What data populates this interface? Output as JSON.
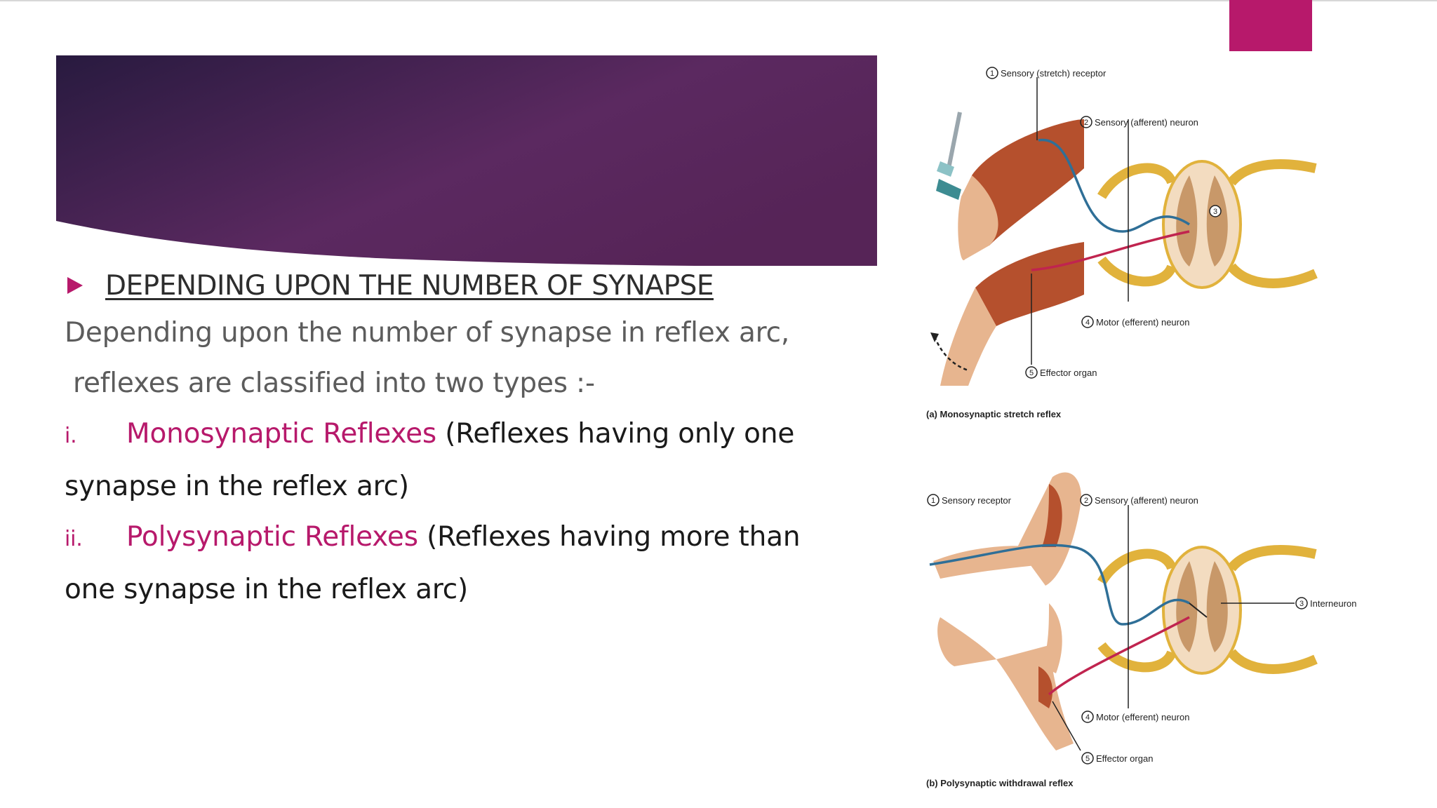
{
  "slide": {
    "heading": "DEPENDING UPON THE NUMBER OF SYNAPSE",
    "intro_line1": "Depending upon the number of synapse in reflex arc,",
    "intro_line2": "reflexes are classified into two types :-",
    "items": [
      {
        "number": "i.",
        "term": "Monosynaptic Reflexes",
        "desc_line1": "(Reflexes having only one",
        "desc_line2": "synapse in the reflex arc)"
      },
      {
        "number": "ii.",
        "term": "Polysynaptic Reflexes",
        "desc_line1": "(Reflexes having more than",
        "desc_line2": "one synapse in the reflex arc)"
      }
    ]
  },
  "figure_a": {
    "label1": "Sensory (stretch) receptor",
    "label2": "Sensory (afferent) neuron",
    "label3": "3",
    "label4": "Motor (efferent) neuron",
    "label5": "Effector organ",
    "caption": "(a) Monosynaptic stretch reflex"
  },
  "figure_b": {
    "label1": "Sensory receptor",
    "label2": "Sensory (afferent) neuron",
    "label3": "Interneuron",
    "label4": "Motor (efferent) neuron",
    "label5": "Effector organ",
    "caption": "(b) Polysynaptic withdrawal reflex"
  },
  "colors": {
    "accent": "#b7196b",
    "banner_dark": "#2b1b43",
    "banner_light": "#6a2b6a"
  }
}
